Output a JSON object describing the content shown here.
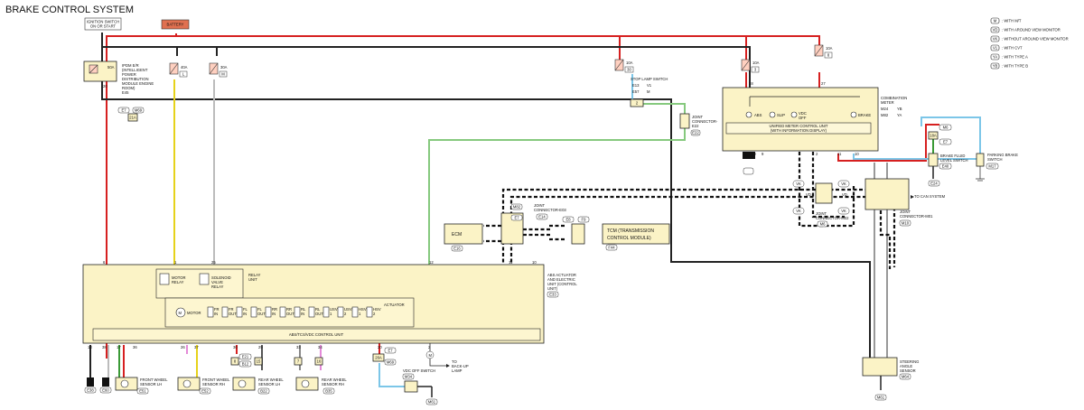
{
  "title": "BRAKE CONTROL SYSTEM",
  "legend": [
    {
      "code": "M",
      "text": ": WITH M/T"
    },
    {
      "code": "VD",
      "text": ": WITH AROUND VIEW MONITOR"
    },
    {
      "code": "VK",
      "text": ": WITHOUT AROUND VIEW MONITOR"
    },
    {
      "code": "V1",
      "text": ": WITH CVT"
    },
    {
      "code": "YA",
      "text": ": WITH TYPE A"
    },
    {
      "code": "YB",
      "text": ": WITH TYPE B"
    }
  ],
  "ignition_switch": "IGNITION SWITCH\nON OR START",
  "battery": "BATTERY",
  "ipdm": {
    "label": "IPDM E/R (INTELLIGENT POWER DISTRIBUTION MODULE ENGINE ROOM)",
    "conn": "E45",
    "fuse": "50A",
    "fuse_no": "G"
  },
  "fuses": [
    {
      "amp": "40A",
      "no": "L"
    },
    {
      "amp": "30A",
      "no": "M"
    },
    {
      "amp": "10A",
      "no": "30"
    },
    {
      "amp": "10A",
      "no": "3"
    },
    {
      "amp": "10A",
      "no": "8"
    }
  ],
  "stop_lamp_switch": {
    "label": "STOP LAMP SWITCH",
    "conns": [
      "E13",
      "V1",
      "E57",
      "M"
    ]
  },
  "joint_connector_e22": {
    "label": "JOINT CONNECTOR-E22",
    "conn": "E22"
  },
  "combination_meter": {
    "label": "COMBINATION METER",
    "conns": [
      "M24",
      "YB",
      "M82",
      "YA"
    ],
    "unit": "UNIFIED METER CONTROL UNIT (WITH INFORMATION DISPLAY)",
    "lamps": [
      "ABS",
      "SLIP",
      "VDC OFF",
      "BRAKE"
    ]
  },
  "brake_fluid": {
    "label": "BRAKE FLUID LEVEL SWITCH",
    "conn": "E40",
    "ground": "E24"
  },
  "parking_brake": {
    "label": "PARKING BRAKE SWITCH",
    "conn": "M17"
  },
  "can": {
    "label": "TO CAN SYSTEM"
  },
  "joint_m01": {
    "label": "JOINT CONNECTOR-M01",
    "conn": "M10"
  },
  "joint_m02": {
    "label": "JOINT CONNECTOR-M02",
    "conn": "M6"
  },
  "joint_e03": {
    "label": "JOINT CONNECTOR-E03",
    "conn": "E14"
  },
  "ecm": {
    "label": "ECM",
    "conn": "E16"
  },
  "tcm": {
    "label": "TCM (TRANSMISSION CONTROL MODULE)",
    "conn": "F44",
    "conns": [
      "E8",
      "F9"
    ]
  },
  "abs_unit": {
    "label": "ABS ACTUATOR AND ELECTRIC UNIT (CONTROL UNIT)",
    "conn": "E33",
    "control": "ABS/TCS/VDC CONTROL UNIT",
    "actuator": "ACTUATOR",
    "relay_unit": "RELAY UNIT",
    "motor_relay": "MOTOR RELAY",
    "solenoid_relay": "SOLENOID VALVE RELAY",
    "motor": "MOTOR"
  },
  "valves": [
    "FR IN",
    "FR OUT",
    "FL IN",
    "FL OUT",
    "RR IN",
    "RR OUT",
    "RL IN",
    "RL OUT",
    "USV 1",
    "USV 2",
    "HSV 1",
    "HSV 2"
  ],
  "steering": {
    "label": "STEERING ANGLE SENSOR",
    "conn": "M64",
    "ground": "M61"
  },
  "wheel_sensors": [
    {
      "label": "FRONT WHEEL SENSOR LH",
      "conn": "E51"
    },
    {
      "label": "FRONT WHEEL SENSOR RH",
      "conn": "E52"
    },
    {
      "label": "REAR WHEEL SENSOR LH",
      "conn": "B22"
    },
    {
      "label": "REAR WHEEL SENSOR RH",
      "conn": "B35"
    }
  ],
  "vdc_off": {
    "label": "VDC OFF SWITCH",
    "conn": "M34"
  },
  "back_up": {
    "label": "TO BACK-UP LAMP"
  },
  "grounds": [
    "E38",
    "E60",
    "M61",
    "E24",
    "M61"
  ],
  "pins": {
    "e33_top": [
      "6",
      "1",
      "25",
      "12",
      "11",
      "10"
    ],
    "e33_bottom": [
      "13",
      "38",
      "17",
      "36",
      "26",
      "37",
      "30",
      "29",
      "33",
      "34",
      "20",
      "2"
    ],
    "ipdm_out": "20",
    "meter_top": [
      "28",
      "27"
    ],
    "meter_bottom": [
      "29",
      "9",
      "2",
      "11",
      "10"
    ]
  }
}
